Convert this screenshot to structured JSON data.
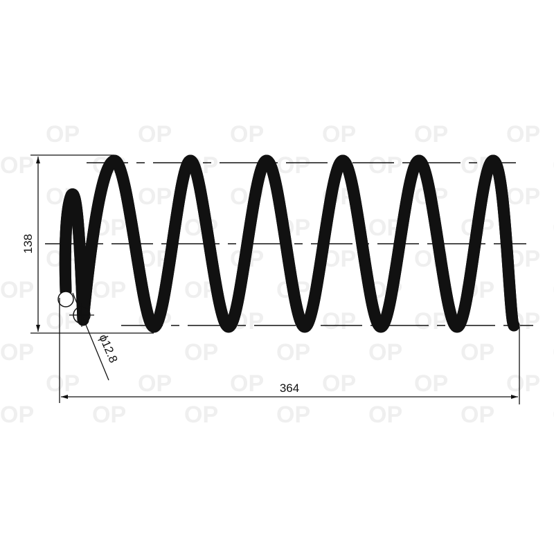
{
  "drawing": {
    "watermark": "OP",
    "height_dimension": "138",
    "length_dimension": "364",
    "wire_diameter": "ϕ12.8"
  },
  "colors": {
    "line": "#111111",
    "watermark": "#efefef"
  }
}
